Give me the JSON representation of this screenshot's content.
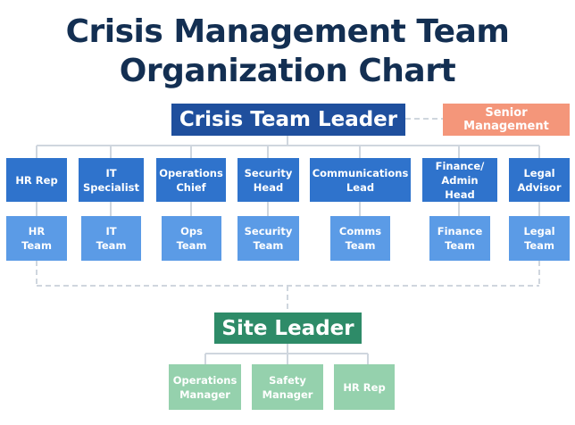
{
  "title": {
    "line1": "Crisis Management Team",
    "line2": "Organization Chart"
  },
  "crisis_leader": "Crisis Team Leader",
  "senior_management": "Senior Management",
  "heads": [
    "HR Rep",
    "IT\nSpecialist",
    "Operations\nChief",
    "Security\nHead",
    "Communications\nLead",
    "Finance/\nAdmin Head",
    "Legal\nAdvisor"
  ],
  "teams": [
    "HR\nTeam",
    "IT\nTeam",
    "Ops\nTeam",
    "Security\nTeam",
    "Comms\nTeam",
    "Finance\nTeam",
    "Legal\nTeam"
  ],
  "site_leader": "Site Leader",
  "site_children": [
    "Operations\nManager",
    "Safety\nManager",
    "HR Rep"
  ],
  "colors": {
    "title": "#132f52",
    "leader": "#1f4f9d",
    "senior": "#f4967a",
    "head": "#2f73cc",
    "team": "#5b9be6",
    "site": "#2e8b68",
    "site_child": "#95d1ad",
    "connector": "#cfd6de"
  }
}
